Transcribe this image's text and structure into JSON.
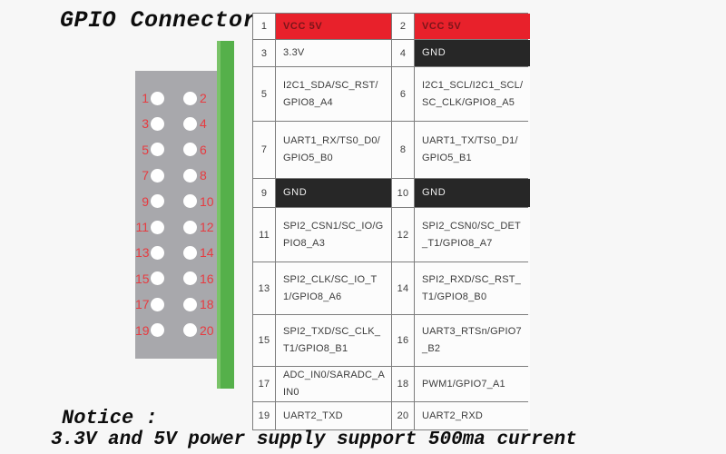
{
  "title": "GPIO Connector",
  "colors": {
    "power_bg": "#e8212b",
    "power_text": "#7a151a",
    "ground_bg": "#272727",
    "ground_text": "#ededed",
    "connector_body": "#a8a8ac",
    "connector_strip": "#55b04a",
    "pin_number_red": "#e73b40",
    "table_line": "#7d7d7d"
  },
  "connector": {
    "pin_rows": [
      {
        "left": "1",
        "right": "2"
      },
      {
        "left": "3",
        "right": "4"
      },
      {
        "left": "5",
        "right": "6"
      },
      {
        "left": "7",
        "right": "8"
      },
      {
        "left": "9",
        "right": "10"
      },
      {
        "left": "11",
        "right": "12"
      },
      {
        "left": "13",
        "right": "14"
      },
      {
        "left": "15",
        "right": "16"
      },
      {
        "left": "17",
        "right": "18"
      },
      {
        "left": "19",
        "right": "20"
      }
    ]
  },
  "table": {
    "rows": [
      {
        "cells": [
          {
            "pin": "1",
            "func": "VCC 5V",
            "style": "power"
          },
          {
            "pin": "2",
            "func": "VCC 5V",
            "style": "power"
          }
        ]
      },
      {
        "cells": [
          {
            "pin": "3",
            "func": "3.3V",
            "style": "default"
          },
          {
            "pin": "4",
            "func": "GND",
            "style": "ground"
          }
        ]
      },
      {
        "cells": [
          {
            "pin": "5",
            "func": "I2C1_SDA/SC_RST/GPIO8_A4",
            "style": "default"
          },
          {
            "pin": "6",
            "func": "I2C1_SCL/I2C1_SCL/SC_CLK/GPIO8_A5",
            "style": "default"
          }
        ]
      },
      {
        "cells": [
          {
            "pin": "7",
            "func": "UART1_RX/TS0_D0/GPIO5_B0",
            "style": "default"
          },
          {
            "pin": "8",
            "func": "UART1_TX/TS0_D1/GPIO5_B1",
            "style": "default"
          }
        ]
      },
      {
        "cells": [
          {
            "pin": "9",
            "func": "GND",
            "style": "ground"
          },
          {
            "pin": "10",
            "func": "GND",
            "style": "ground"
          }
        ]
      },
      {
        "cells": [
          {
            "pin": "11",
            "func": "SPI2_CSN1/SC_IO/GPIO8_A3",
            "style": "default"
          },
          {
            "pin": "12",
            "func": "SPI2_CSN0/SC_DET_T1/GPIO8_A7",
            "style": "default"
          }
        ]
      },
      {
        "cells": [
          {
            "pin": "13",
            "func": "SPI2_CLK/SC_IO_T1/GPIO8_A6",
            "style": "default"
          },
          {
            "pin": "14",
            "func": "SPI2_RXD/SC_RST_T1/GPIO8_B0",
            "style": "default"
          }
        ]
      },
      {
        "cells": [
          {
            "pin": "15",
            "func": "SPI2_TXD/SC_CLK_T1/GPIO8_B1",
            "style": "default"
          },
          {
            "pin": "16",
            "func": "UART3_RTSn/GPIO7_B2",
            "style": "default"
          }
        ]
      },
      {
        "cells": [
          {
            "pin": "17",
            "func": "ADC_IN0/SARADC_AIN0",
            "style": "default"
          },
          {
            "pin": "18",
            "func": "PWM1/GPIO7_A1",
            "style": "default"
          }
        ]
      },
      {
        "cells": [
          {
            "pin": "19",
            "func": "UART2_TXD",
            "style": "default"
          },
          {
            "pin": "20",
            "func": "UART2_RXD",
            "style": "default"
          }
        ]
      }
    ]
  },
  "notice": {
    "heading": "Notice :",
    "body": "3.3V and 5V power supply support 500ma current"
  }
}
